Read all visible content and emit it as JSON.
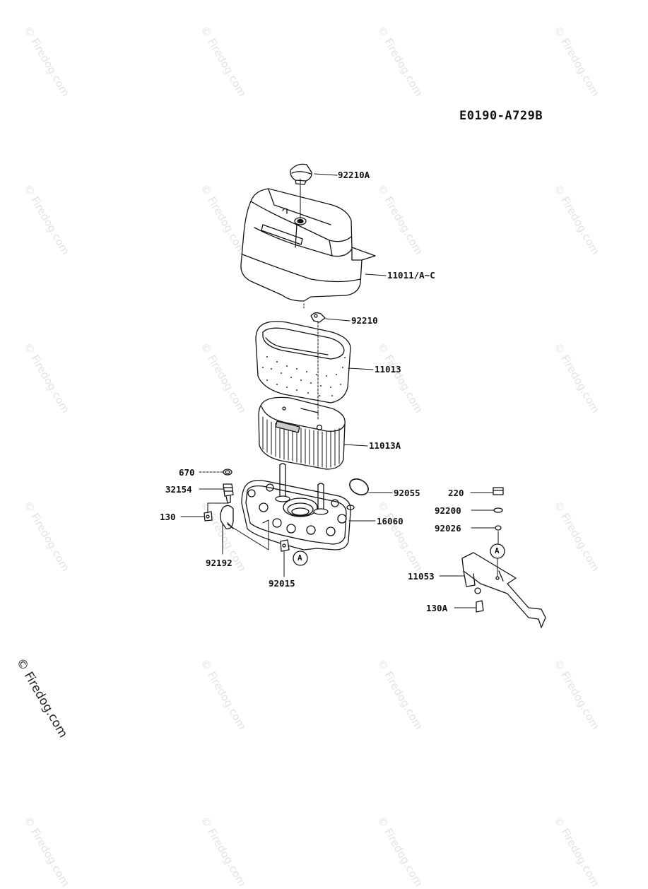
{
  "diagram_code": "E0190-A729B",
  "watermark": "© Firedog.com",
  "parts": {
    "p92210A": "92210A",
    "p11011": "11011/A~C",
    "p92210": "92210",
    "p11013": "11013",
    "p11013A": "11013A",
    "p670": "670",
    "p32154": "32154",
    "p130": "130",
    "p92192": "92192",
    "p92015": "92015",
    "p92055": "92055",
    "p16060": "16060",
    "p220": "220",
    "p92200": "92200",
    "p92026": "92026",
    "p11053": "11053",
    "p130A": "130A"
  },
  "ref_marker": "A"
}
